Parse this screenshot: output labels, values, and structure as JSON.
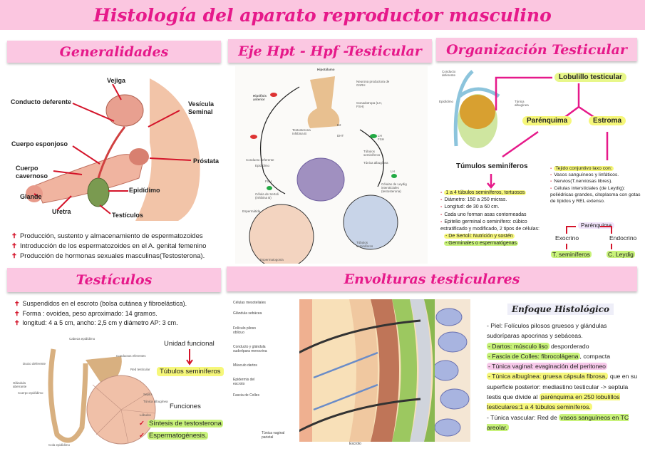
{
  "title": "Histología del aparato reproductor masculino",
  "colors": {
    "accent": "#e6198a",
    "banner": "#fbc8e2",
    "bullet": "#d4142a",
    "highlight_yellow": "#f6f77a",
    "highlight_green": "#c8f27a",
    "highlight_pink": "#f7c9ea"
  },
  "generalidades": {
    "heading": "Generalidades",
    "figure_labels": {
      "vejiga": "Vejiga",
      "conducto": "Conducto deferente",
      "vesicula": "Vesícula Seminal",
      "esponjoso": "Cuerpo esponjoso",
      "prostata": "Próstata",
      "cavernoso": "Cuerpo cavernoso",
      "glande": "Glande",
      "epididimo": "Epidídimo",
      "uretra": "Uretra",
      "testiculos": "Testículos"
    },
    "bullets": [
      "Producción, sustento y almacenamiento de espermatozoides",
      "Introducción de los espermatozoides en el A. genital femenino",
      "Producción de hormonas sexuales masculinas(Testosterona)."
    ]
  },
  "eje": {
    "heading": "Eje Hpt - Hpf -Testicular",
    "figure_labels": {
      "hipotalamo": "Hipotálamo",
      "neurona": "Neurona productora de GnRH",
      "hipofisis": "Hipófisis anterior",
      "gonadotropa": "Gonadotropa (LH, FSH)",
      "testosterona": "Testosterona Inhibina B",
      "e2": "E2",
      "dht": "DHT",
      "lhfsh": "LH FSH",
      "tubulos": "Túbulos seminíferos",
      "tunica": "Túnica albugínea",
      "conducto": "Conducto deferente",
      "epididimo": "Epidídimo",
      "fsh": "FSH",
      "sertoli": "Célula de Sertoli (inhibina B)",
      "lh": "LH",
      "leydig": "Células de Leydig intersticiales (testosterona)",
      "espermatide": "Espermátide",
      "tubulos2": "Túbulos seminíferos",
      "espermatogonia": "Espermatogonia"
    }
  },
  "organizacion": {
    "heading": "Organización Testicular",
    "figure_labels": {
      "conducto": "Conducto deferente",
      "epididimo": "Epidídimo",
      "tunica": "Túnica albugínea"
    },
    "lobulillo": "Lobulillo testicular",
    "parenquima": "Parénquima",
    "estroma": "Estroma",
    "tubulos_title": "Túmulos seminíferos",
    "tubulos_items": [
      "1 a 4 túbulos seminíferos, tortuosos",
      "Diámetro: 150 a 250 micras.",
      "Longitud: de 30 a 60 cm.",
      "Cada uno forman asas contorneadas",
      "Epitelio germinal o seminífero: cúbico estratificado y modificado, 2 tipos de células:"
    ],
    "cell_types": [
      "- De Sertoli: Nutrición y sostén",
      "- Germinales o espermatógenas"
    ],
    "estroma_items": [
      "Tejido conjuntivo laxo con:",
      "Vasos sanguíneos y linfáticos.",
      "Nervios(T.nerviosas libres).",
      "Células intersticiales (de Leydig): poliédricas grandes, citoplasma con gotas de lípidos y REL extenso."
    ],
    "parenquima2": "Parénquima",
    "exocrino": "Exocrino",
    "endocrino": "Endocrino",
    "t_seminiferos": "T. seminíferos",
    "c_leydig": "C. Leydig"
  },
  "testiculos": {
    "heading": "Testículos",
    "bullets": [
      "Suspendidos en el escroto (bolsa cutánea y fibroelástica).",
      "Forma : ovoidea, peso aproximado: 14 gramos.",
      "longitud: 4 a 5 cm, ancho: 2,5 cm y diámetro AP: 3 cm."
    ],
    "figure_labels": [
      "Cabeza epidídimo",
      "Conductos eferentes",
      "Ducto deferente",
      "Red testicular",
      "Glándula aberrante",
      "Cuerpo epidídimo",
      "Septo",
      "Túnica albugínea",
      "Lóbulos",
      "Cola epidídimo"
    ],
    "unidad_label": "Unidad funcional",
    "unidad_value": "Túbulos seminíferos",
    "funciones_label": "Funciones",
    "funciones": [
      "Síntesis de testosterona",
      "Espermatogénesis."
    ]
  },
  "envolturas": {
    "heading": "Envolturas testiculares",
    "figure_labels": [
      "Células mesoteliales",
      "Glándula sebácea",
      "Folículo piloso oblicuo",
      "Conducto y glándula sudorípara merocrina",
      "Músculo dartos",
      "Epidermis del escroto",
      "Fascia de Colles",
      "Túnica vaginal parietal",
      "Escroto"
    ],
    "enfoque_title": "Enfoque Histológico",
    "enfoque": [
      {
        "parts": [
          [
            "- Piel: Folículos pilosos  gruesos y glándulas sudoríparas apocrinas y sebáceas.",
            ""
          ]
        ]
      },
      {
        "parts": [
          [
            "- Dartos: músculo liso",
            "g"
          ],
          [
            " desporderado",
            ""
          ]
        ]
      },
      {
        "parts": [
          [
            "- Fascia de Colles: fibrocolágena",
            "g"
          ],
          [
            ", compacta",
            ""
          ]
        ]
      },
      {
        "parts": [
          [
            "- Túnica vaginal: evaginación del peritoneo",
            "p"
          ]
        ]
      },
      {
        "parts": [
          [
            "- Túnica albugínea: gruesa cápsula fibrosa,",
            "y"
          ],
          [
            " que en su superficie  posterior: mediastino testicular -> septula testis que divide al ",
            ""
          ],
          [
            "parénquima en 250 lobulillos testiculares:1 a 4 túbulos seminíferos.",
            "y"
          ]
        ]
      },
      {
        "parts": [
          [
            "- Túnica vascular: Red de ",
            ""
          ],
          [
            "vasos sanguíneos en TC areolar.",
            "g"
          ]
        ]
      }
    ]
  }
}
